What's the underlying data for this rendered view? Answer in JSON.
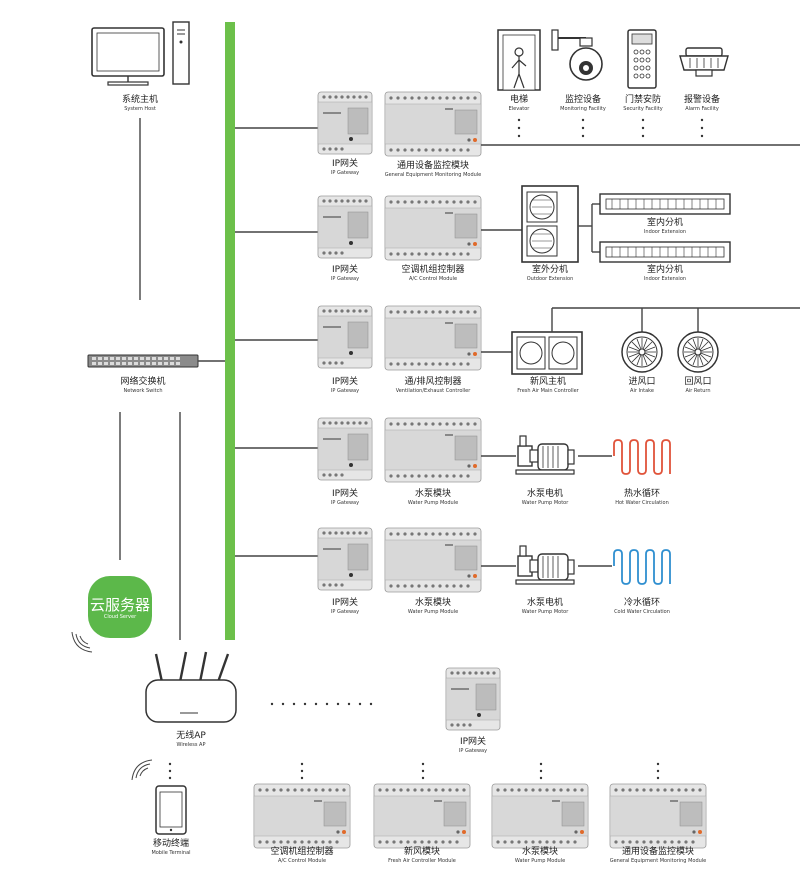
{
  "colors": {
    "bus": "#6cc04a",
    "line": "#444444",
    "device": "#c9c9c9",
    "hot": "#e0533a",
    "cold": "#2f8fd0",
    "cloud": "#5cb84a"
  },
  "left": {
    "host": {
      "cn": "系统主机",
      "en": "System Host"
    },
    "switch": {
      "cn": "网络交换机",
      "en": "Network Switch"
    },
    "cloud": {
      "cn": "云服务器",
      "en": "Cloud Server"
    },
    "ap": {
      "cn": "无线AP",
      "en": "Wireless AP"
    },
    "mobile": {
      "cn": "移动终端",
      "en": "Mobile Terminal"
    }
  },
  "rows": [
    {
      "gateway": {
        "cn": "IP网关",
        "en": "IP Gateway"
      },
      "module": {
        "cn": "通用设备监控模块",
        "en": "General Equipment Monitoring Module"
      },
      "devices": [
        {
          "cn": "电梯",
          "en": "Elevator",
          "icon": "elevator-icon"
        },
        {
          "cn": "监控设备",
          "en": "Monitoring Facility",
          "icon": "camera-icon"
        },
        {
          "cn": "门禁安防",
          "en": "Security Facility",
          "icon": "keypad-icon"
        },
        {
          "cn": "报警设备",
          "en": "Alarm Facility",
          "icon": "alarm-icon"
        }
      ]
    },
    {
      "gateway": {
        "cn": "IP网关",
        "en": "IP Gateway"
      },
      "module": {
        "cn": "空调机组控制器",
        "en": "A/C Control Module"
      },
      "devices": [
        {
          "cn": "室外分机",
          "en": "Outdoor Extension",
          "icon": "outdoor-unit-icon"
        },
        {
          "cn": "室内分机",
          "en": "Indoor Extension",
          "icon": "indoor-unit-icon"
        },
        {
          "cn": "室内分机",
          "en": "Indoor Extension",
          "icon": "indoor-unit-icon"
        }
      ]
    },
    {
      "gateway": {
        "cn": "IP网关",
        "en": "IP Gateway"
      },
      "module": {
        "cn": "通/排风控制器",
        "en": "Ventilation/Exhaust Controller"
      },
      "devices": [
        {
          "cn": "新风主机",
          "en": "Fresh Air Main Controller",
          "icon": "fresh-air-unit-icon"
        },
        {
          "cn": "进风口",
          "en": "Air Intake",
          "icon": "air-intake-icon"
        },
        {
          "cn": "回风口",
          "en": "Air Return",
          "icon": "air-return-icon"
        }
      ]
    },
    {
      "gateway": {
        "cn": "IP网关",
        "en": "IP Gateway"
      },
      "module": {
        "cn": "水泵模块",
        "en": "Water Pump Module"
      },
      "devices": [
        {
          "cn": "水泵电机",
          "en": "Water Pump Motor",
          "icon": "pump-icon"
        },
        {
          "cn": "热水循环",
          "en": "Hot Water Circulation",
          "icon": "hot-water-coil-icon"
        }
      ]
    },
    {
      "gateway": {
        "cn": "IP网关",
        "en": "IP Gateway"
      },
      "module": {
        "cn": "水泵模块",
        "en": "Water Pump Module"
      },
      "devices": [
        {
          "cn": "水泵电机",
          "en": "Water Pump Motor",
          "icon": "pump-icon"
        },
        {
          "cn": "冷水循环",
          "en": "Cold Water Circulation",
          "icon": "cold-water-coil-icon"
        }
      ]
    }
  ],
  "bottom": {
    "gateway": {
      "cn": "IP网关",
      "en": "IP Gateway"
    },
    "modules": [
      {
        "cn": "空调机组控制器",
        "en": "A/C Control Module"
      },
      {
        "cn": "新风模块",
        "en": "Fresh Air Controller Module"
      },
      {
        "cn": "水泵模块",
        "en": "Water Pump Module"
      },
      {
        "cn": "通用设备监控模块",
        "en": "General Equipment Monitoring Module"
      }
    ]
  }
}
